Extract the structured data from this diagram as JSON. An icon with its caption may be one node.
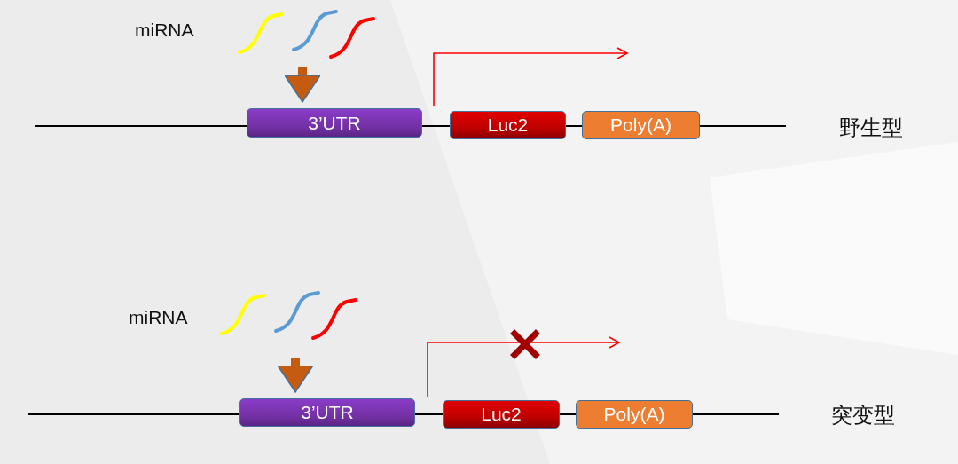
{
  "diagram": {
    "nodes": [
      {
        "text": [
          "3’UTR"
        ]
      },
      {
        "text": [
          "Luc2"
        ]
      },
      {
        "text": [
          "Poly(A)"
        ]
      },
      {
        "text": [
          "3’UTR"
        ]
      },
      {
        "text": [
          "Luc2"
        ]
      },
      {
        "text": [
          "Poly(A)"
        ]
      }
    ],
    "edges": [
      {
        "from": null,
        "to": 0,
        "arrow": "to",
        "style": "thick",
        "color": "#c55a11"
      },
      {
        "from": 0,
        "to": 1,
        "arrow": "none"
      },
      {
        "from": 1,
        "to": 2,
        "arrow": "none"
      },
      {
        "from": null,
        "to": 3,
        "arrow": "to",
        "style": "thick",
        "color": "#c55a11"
      },
      {
        "from": 3,
        "to": 4,
        "arrow": "none"
      },
      {
        "from": 4,
        "to": 5,
        "arrow": "none"
      }
    ],
    "labels": [
      "miRNA",
      "野生型",
      "miRNA",
      "突变型"
    ]
  }
}
